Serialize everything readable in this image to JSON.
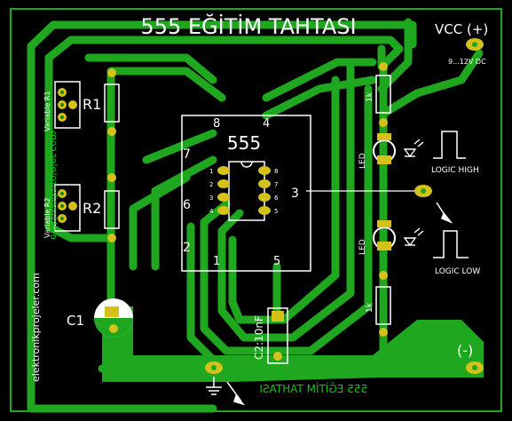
{
  "board": {
    "title": "555 EĞİTİM TAHTASI",
    "mirror_title": "555 EĞİTİM TAHTASI",
    "website": "elektronikprojeler.com",
    "website_mirror": "elektronikprojeler.com",
    "colors": {
      "background": "#000000",
      "copper": "#1fa81f",
      "copper_dark": "#138a13",
      "silk": "#ffffff",
      "pad": "#d4c21a"
    }
  },
  "power": {
    "vcc_label": "VCC (+)",
    "voltage_note": "9...12V DC",
    "gnd_label": "(-)"
  },
  "ic": {
    "name": "555",
    "pins_top": [
      "8",
      "4"
    ],
    "pins_right": [
      "3"
    ],
    "pins_left": [
      "7",
      "6",
      "2"
    ],
    "pins_bottom": [
      "1",
      "5"
    ],
    "socket_left": [
      "1",
      "2",
      "3",
      "4"
    ],
    "socket_right": [
      "8",
      "7",
      "6",
      "5"
    ]
  },
  "components": {
    "r1_label": "R1",
    "r1_side": "Variable R1",
    "r2_label": "R2",
    "r2_side": "Variable R2",
    "c1_label": "C1",
    "c2_label": "C2:10nF",
    "res_top": "1k",
    "res_bottom": "1k",
    "led_top": "LED",
    "led_bottom": "LED"
  },
  "indicators": {
    "logic_high": "LOGIC HIGH",
    "logic_low": "LOGIC LOW"
  }
}
